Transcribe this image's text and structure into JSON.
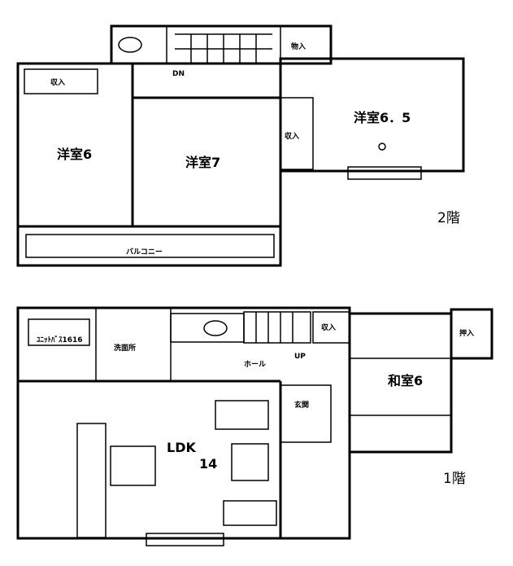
{
  "floor2": {
    "label": "2階",
    "rooms": {
      "western6": "洋室6",
      "western7": "洋室7",
      "western65": "洋室6．5"
    },
    "closet_a": "収入",
    "closet_b": "収入",
    "storage": "物入",
    "balcony": "バルコニー",
    "stairs_down": "DN"
  },
  "floor1": {
    "label": "1階",
    "rooms": {
      "ldk": "LDK",
      "ldk_size": "14",
      "japanese": "和室6"
    },
    "closet_a": "収入",
    "closet_b": "押入",
    "hall": "ホール",
    "entrance": "玄関",
    "washroom": "洗面所",
    "bath": "ﾕﾆｯﾄﾊﾞｽ1616",
    "stairs_up": "UP"
  }
}
